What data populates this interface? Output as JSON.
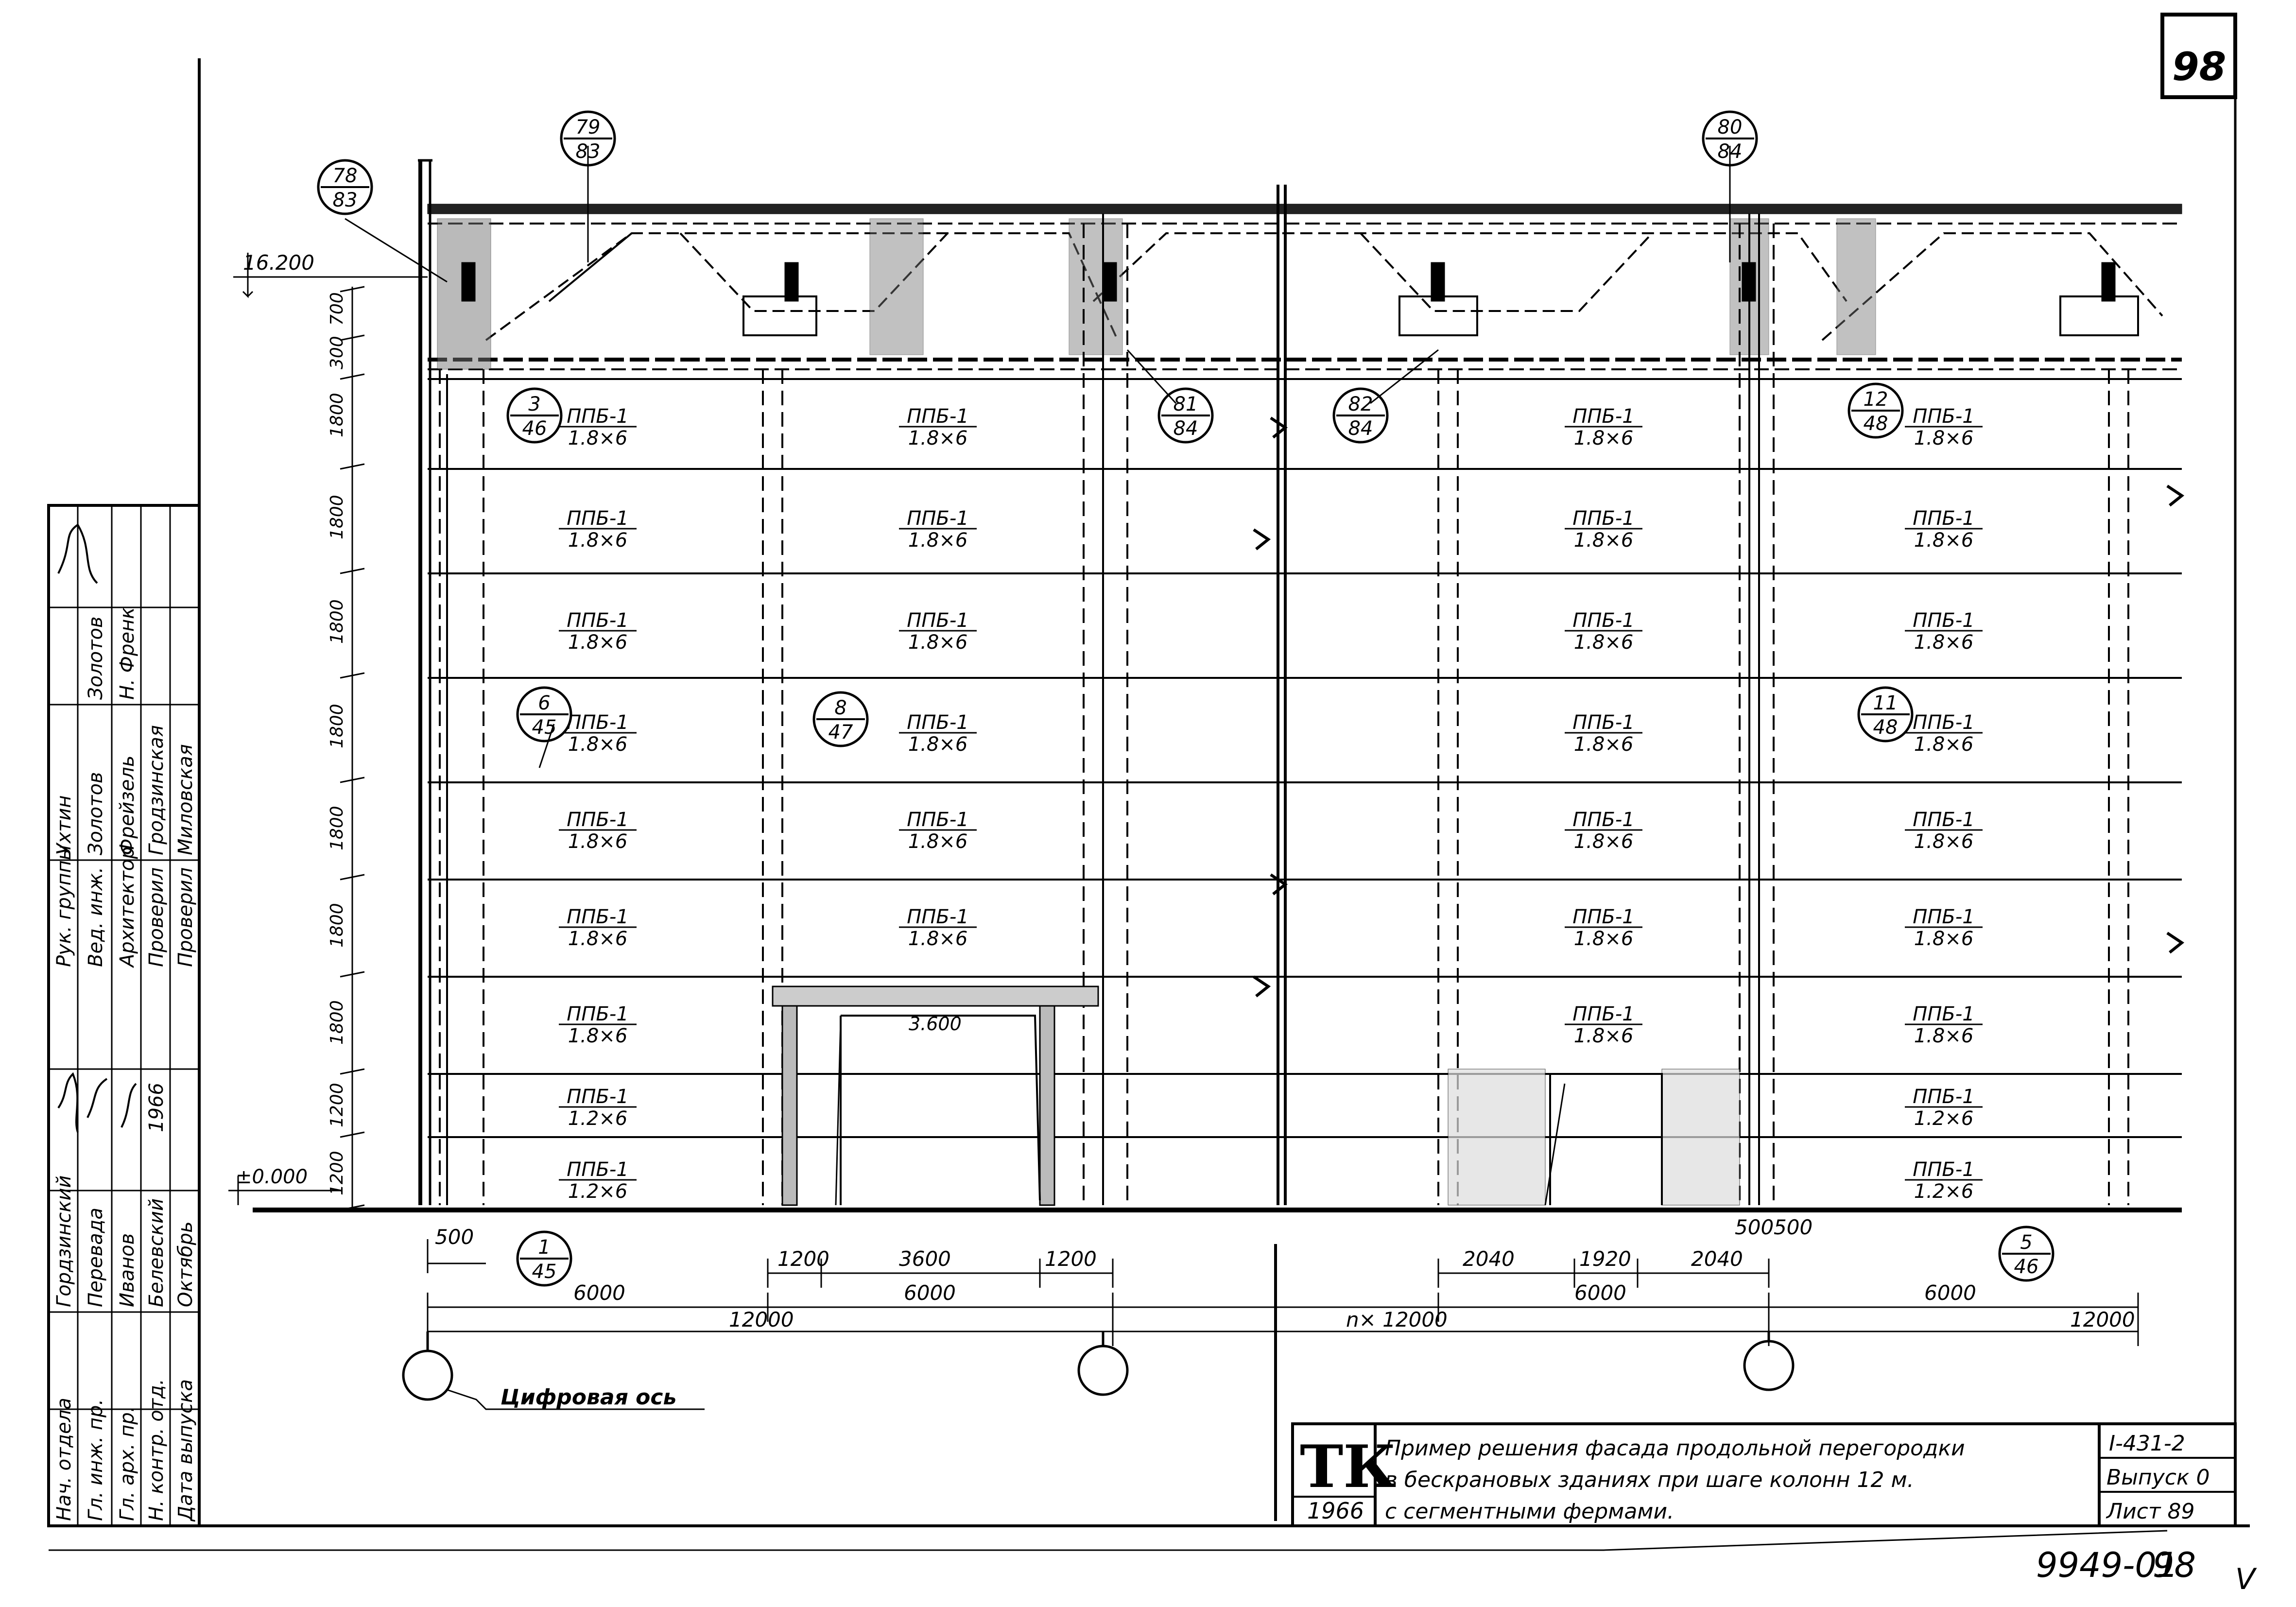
{
  "sheet_no": "98",
  "bottom_code": "9949-01",
  "bottom_page": "98",
  "corner_mark": "V",
  "elevations": {
    "top": "16.200",
    "zero": "±0.000",
    "door": "3.600"
  },
  "small_dims": {
    "a": "700",
    "b": "300"
  },
  "callouts": [
    {
      "top": "78",
      "bottom": "83"
    },
    {
      "top": "79",
      "bottom": "83"
    },
    {
      "top": "80",
      "bottom": "84"
    },
    {
      "top": "3",
      "bottom": "46"
    },
    {
      "top": "81",
      "bottom": "84"
    },
    {
      "top": "82",
      "bottom": "84"
    },
    {
      "top": "12",
      "bottom": "48"
    },
    {
      "top": "6",
      "bottom": "45"
    },
    {
      "top": "8",
      "bottom": "47"
    },
    {
      "top": "11",
      "bottom": "48"
    },
    {
      "top": "1",
      "bottom": "45"
    },
    {
      "top": "5",
      "bottom": "46"
    }
  ],
  "panel_name": "ППБ-1",
  "panel_size_std": "1.8×6",
  "panel_size_low": "1.2×6",
  "row_height_std": "1800",
  "row_height_low": "1200",
  "dims": {
    "d500": "500",
    "d1200": "1200",
    "d3600": "3600",
    "d2040": "2040",
    "d1920": "1920",
    "d500b": "500",
    "d6000": "6000",
    "d12000": "12000",
    "nx12000": "n× 12000"
  },
  "axis_label": "Цифровая ось",
  "title_block": {
    "tk": "ТК",
    "year": "1966",
    "title_line1": "Пример решения фасада продольной перегородки",
    "title_line2": "в бескрановых зданиях при шаге колонн 12 м.",
    "title_line3": "с сегментными фермами.",
    "series": "I-431-2",
    "issue_label": "Выпуск 0",
    "sheet_label": "Лист 89"
  },
  "stamp": {
    "roles": [
      "Нач. отдела",
      "Гл. инж. пр.",
      "Гл. арх. пр.",
      "Н. контр. отд.",
      "Дата выпуска"
    ],
    "names": [
      "Гордзинский",
      "Перевада",
      "Иванов",
      "Белевский",
      "Октябрь"
    ],
    "year": "1966",
    "roles2": [
      "Рук. группы",
      "Вед. инж.",
      "Архитектор",
      "Проверил",
      "Проверил"
    ],
    "names2": [
      "Ухтин",
      "Золотов",
      "Фрейзель",
      "Гродзинская",
      "Миловская"
    ],
    "sign_hint": [
      "Золотов",
      "Н. Френк"
    ]
  }
}
